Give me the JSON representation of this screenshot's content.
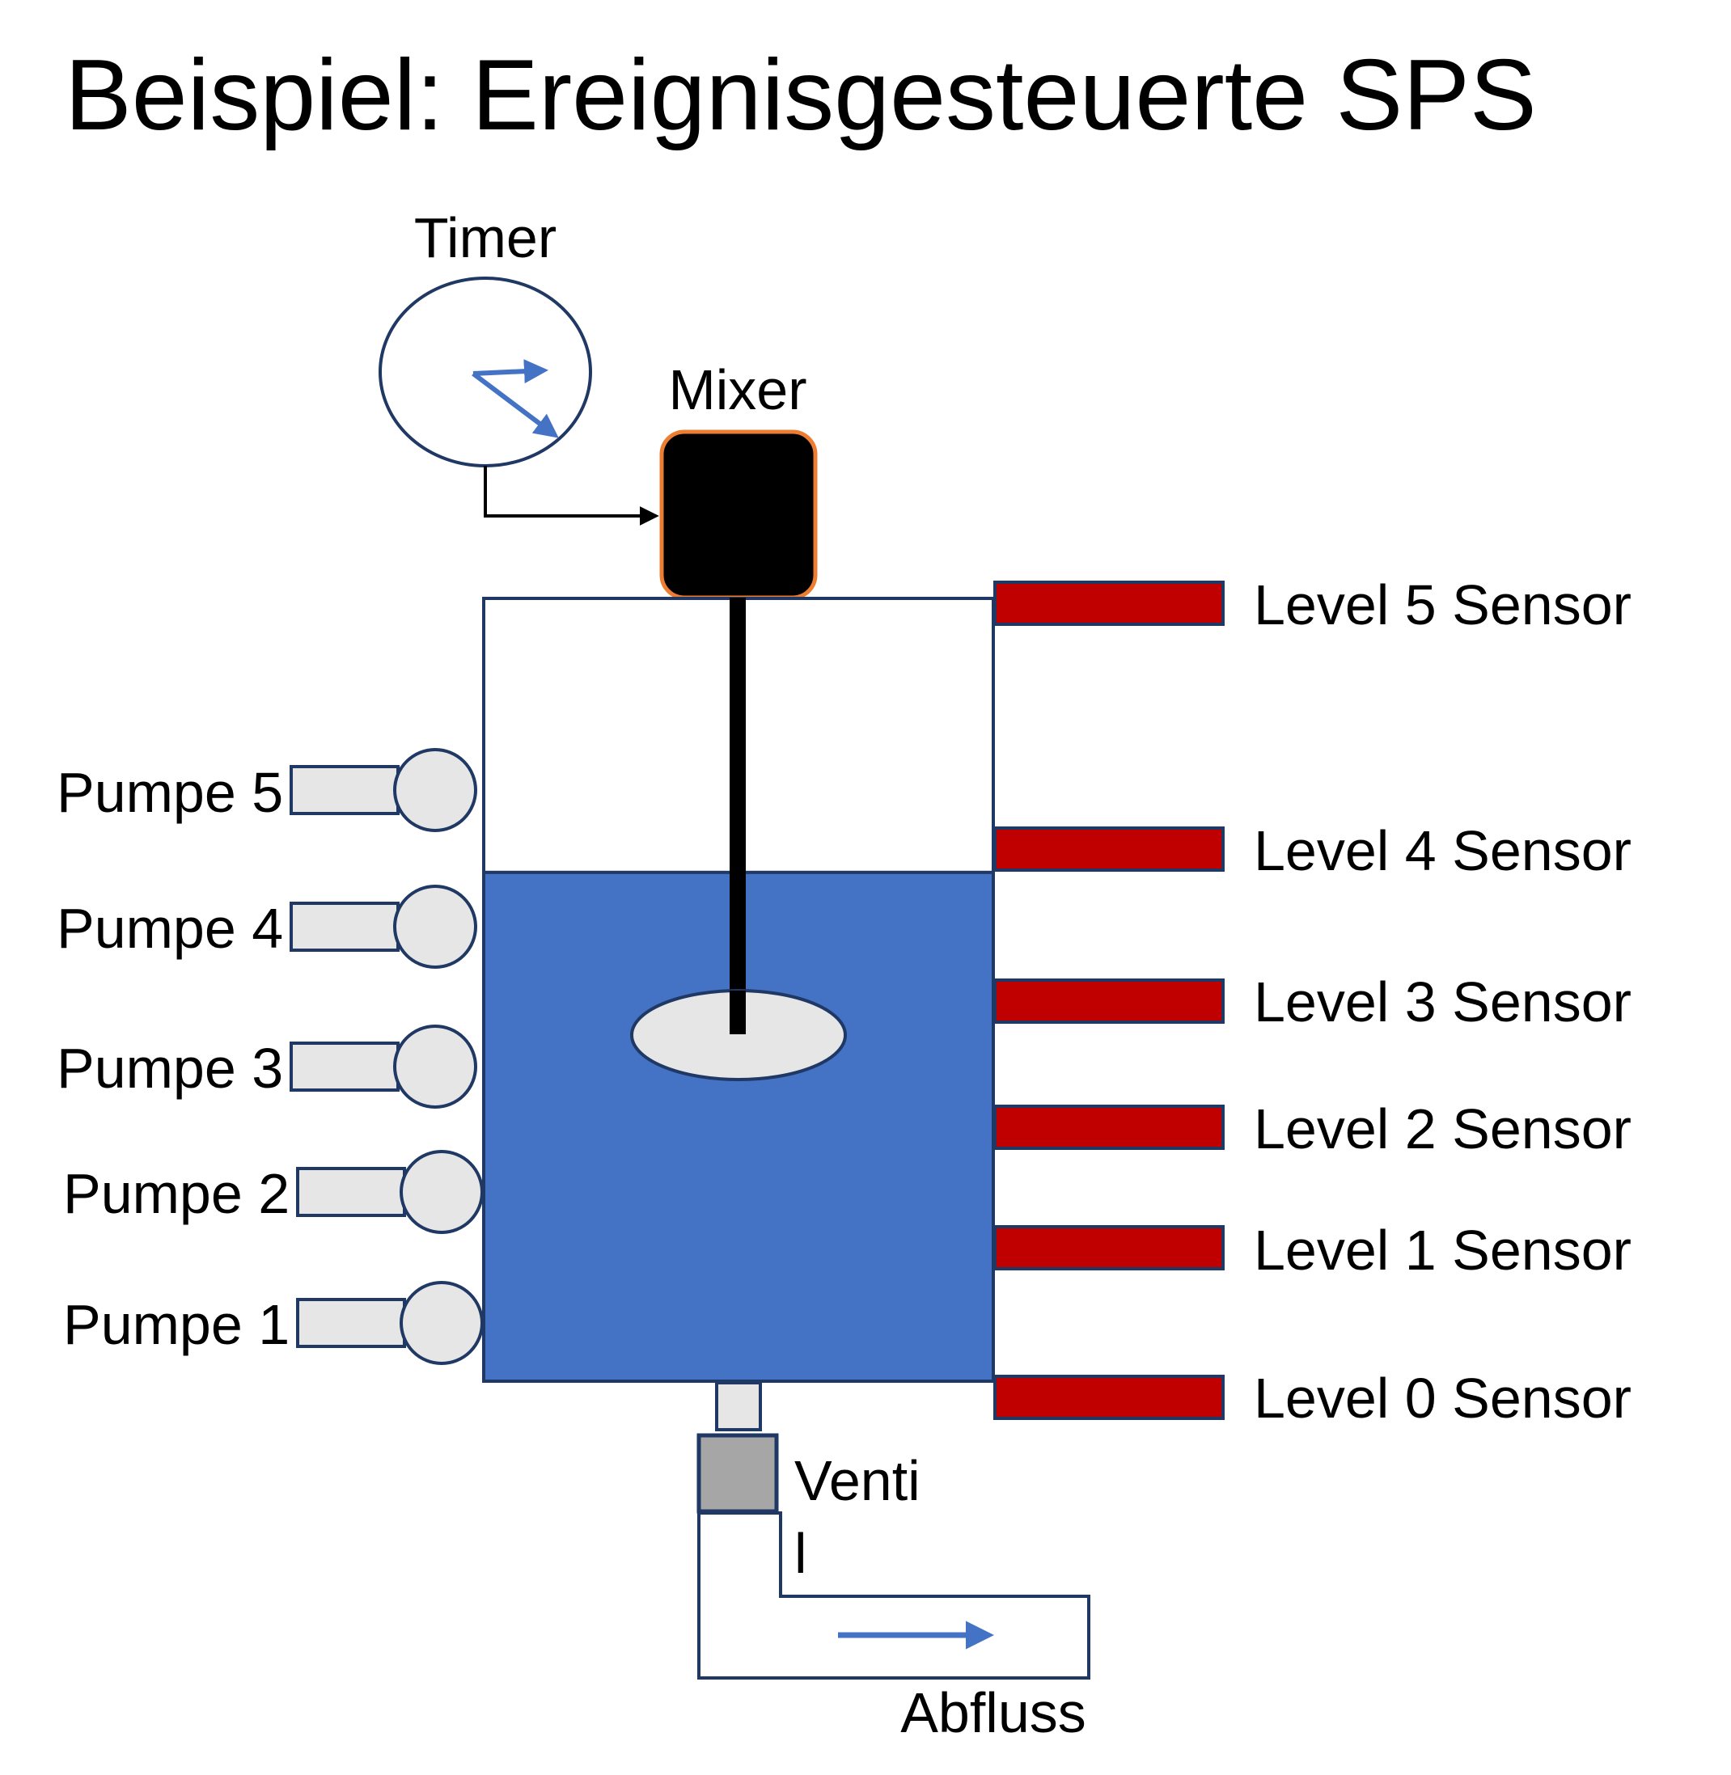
{
  "title": "Beispiel: Ereignisgesteuerte SPS",
  "timer": {
    "label": "Timer",
    "icon": "clock-icon"
  },
  "mixer": {
    "label": "Mixer"
  },
  "valve": {
    "label_line1": "Venti",
    "label_line2": "l"
  },
  "drain": {
    "label": "Abfluss"
  },
  "pumps": [
    "Pumpe 5",
    "Pumpe 4",
    "Pumpe 3",
    "Pumpe 2",
    "Pumpe 1"
  ],
  "sensors": [
    "Level 5 Sensor",
    "Level 4 Sensor",
    "Level 3 Sensor",
    "Level 2 Sensor",
    "Level 1 Sensor",
    "Level 0 Sensor"
  ],
  "tank": {
    "fill_fraction": 0.65
  },
  "colors": {
    "water": "#4472C4",
    "sensor": "#C00000",
    "outline": "#1F3864",
    "mixer_border": "#ED7D31",
    "arrow_blue": "#4472C4",
    "pump_fill": "#E7E6E6",
    "valve_fill": "#A6A6A6"
  }
}
